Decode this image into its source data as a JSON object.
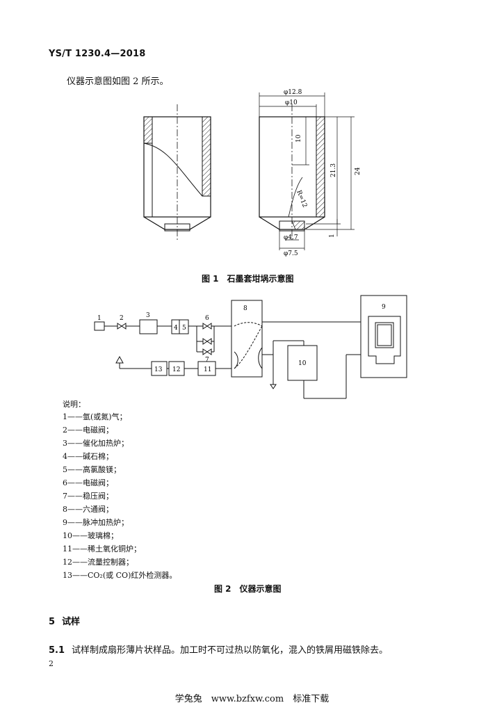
{
  "header": {
    "standard_code": "YS/T 1230.4—2018"
  },
  "intro_text": "仪器示意图如图 2 所示。",
  "figure1": {
    "caption": "图 1　石墨套坩埚示意图",
    "dims": {
      "outer_dia": "φ12.8",
      "inner_dia": "φ10",
      "depth": "10",
      "inner_height": "21.3",
      "total_height": "24",
      "radius": "R=12",
      "bottom_step": "1",
      "hole_dia": "φ4.7",
      "base_dia": "φ7.5"
    }
  },
  "figure2": {
    "caption": "图 2　仪器示意图",
    "labels": [
      "1",
      "2",
      "3",
      "4",
      "5",
      "6",
      "7",
      "8",
      "9",
      "10",
      "11",
      "12",
      "13"
    ]
  },
  "legend": {
    "title": "说明：",
    "items": [
      "1——氩(或氮)气；",
      "2——电磁阀；",
      "3——催化加热炉；",
      "4——碱石棉；",
      "5——高氯酸镁；",
      "6——电磁阀；",
      "7——稳压阀；",
      "8——六通阀；",
      "9——脉冲加热炉；",
      "10——玻璃棉；",
      "11——稀土氧化铜炉；",
      "12——流量控制器；",
      "13——CO₂(或 CO)红外检测器。"
    ]
  },
  "section5": {
    "number": "5",
    "title": "试样"
  },
  "clause51": {
    "number": "5.1",
    "text": "试样制成扇形薄片状样品。加工时不可过热以防氧化，混入的铁屑用磁铁除去。"
  },
  "page_number": "2",
  "footer": {
    "text": "学兔兔　www.bzfxw.com　标准下载"
  }
}
